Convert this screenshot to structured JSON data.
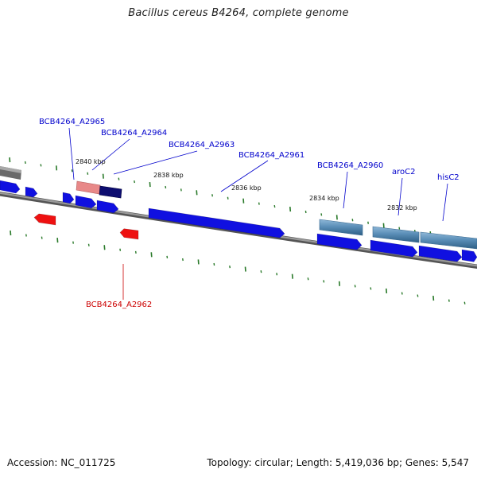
{
  "title": "Bacillus cereus B4264, complete genome",
  "footer": {
    "accession": "Accession: NC_011725",
    "summary": "Topology: circular; Length: 5,419,036 bp; Genes: 5,547"
  },
  "colors": {
    "forward_gene": "#1010e0",
    "reverse_gene": "#ee1111",
    "highlight_forward": "#0d0d70",
    "highlight_reverse": "#e88888",
    "feature_bar": "#5b8fb8",
    "backbone": "#808080",
    "tick": "#2a7a2a",
    "label_forward": "#0000cc",
    "label_reverse": "#cc0000"
  },
  "position_markers": [
    {
      "label": "2840 kbp"
    },
    {
      "label": "2838 kbp"
    },
    {
      "label": "2836 kbp"
    },
    {
      "label": "2834 kbp"
    },
    {
      "label": "2832 kbp"
    }
  ],
  "gene_labels": [
    {
      "name": "BCB4264_A2965",
      "strand": "forward"
    },
    {
      "name": "BCB4264_A2964",
      "strand": "forward"
    },
    {
      "name": "BCB4264_A2963",
      "strand": "forward"
    },
    {
      "name": "BCB4264_A2961",
      "strand": "forward"
    },
    {
      "name": "BCB4264_A2960",
      "strand": "forward"
    },
    {
      "name": "aroC2",
      "strand": "forward"
    },
    {
      "name": "hisC2",
      "strand": "forward"
    },
    {
      "name": "BCB4264_A2962",
      "strand": "reverse"
    }
  ]
}
